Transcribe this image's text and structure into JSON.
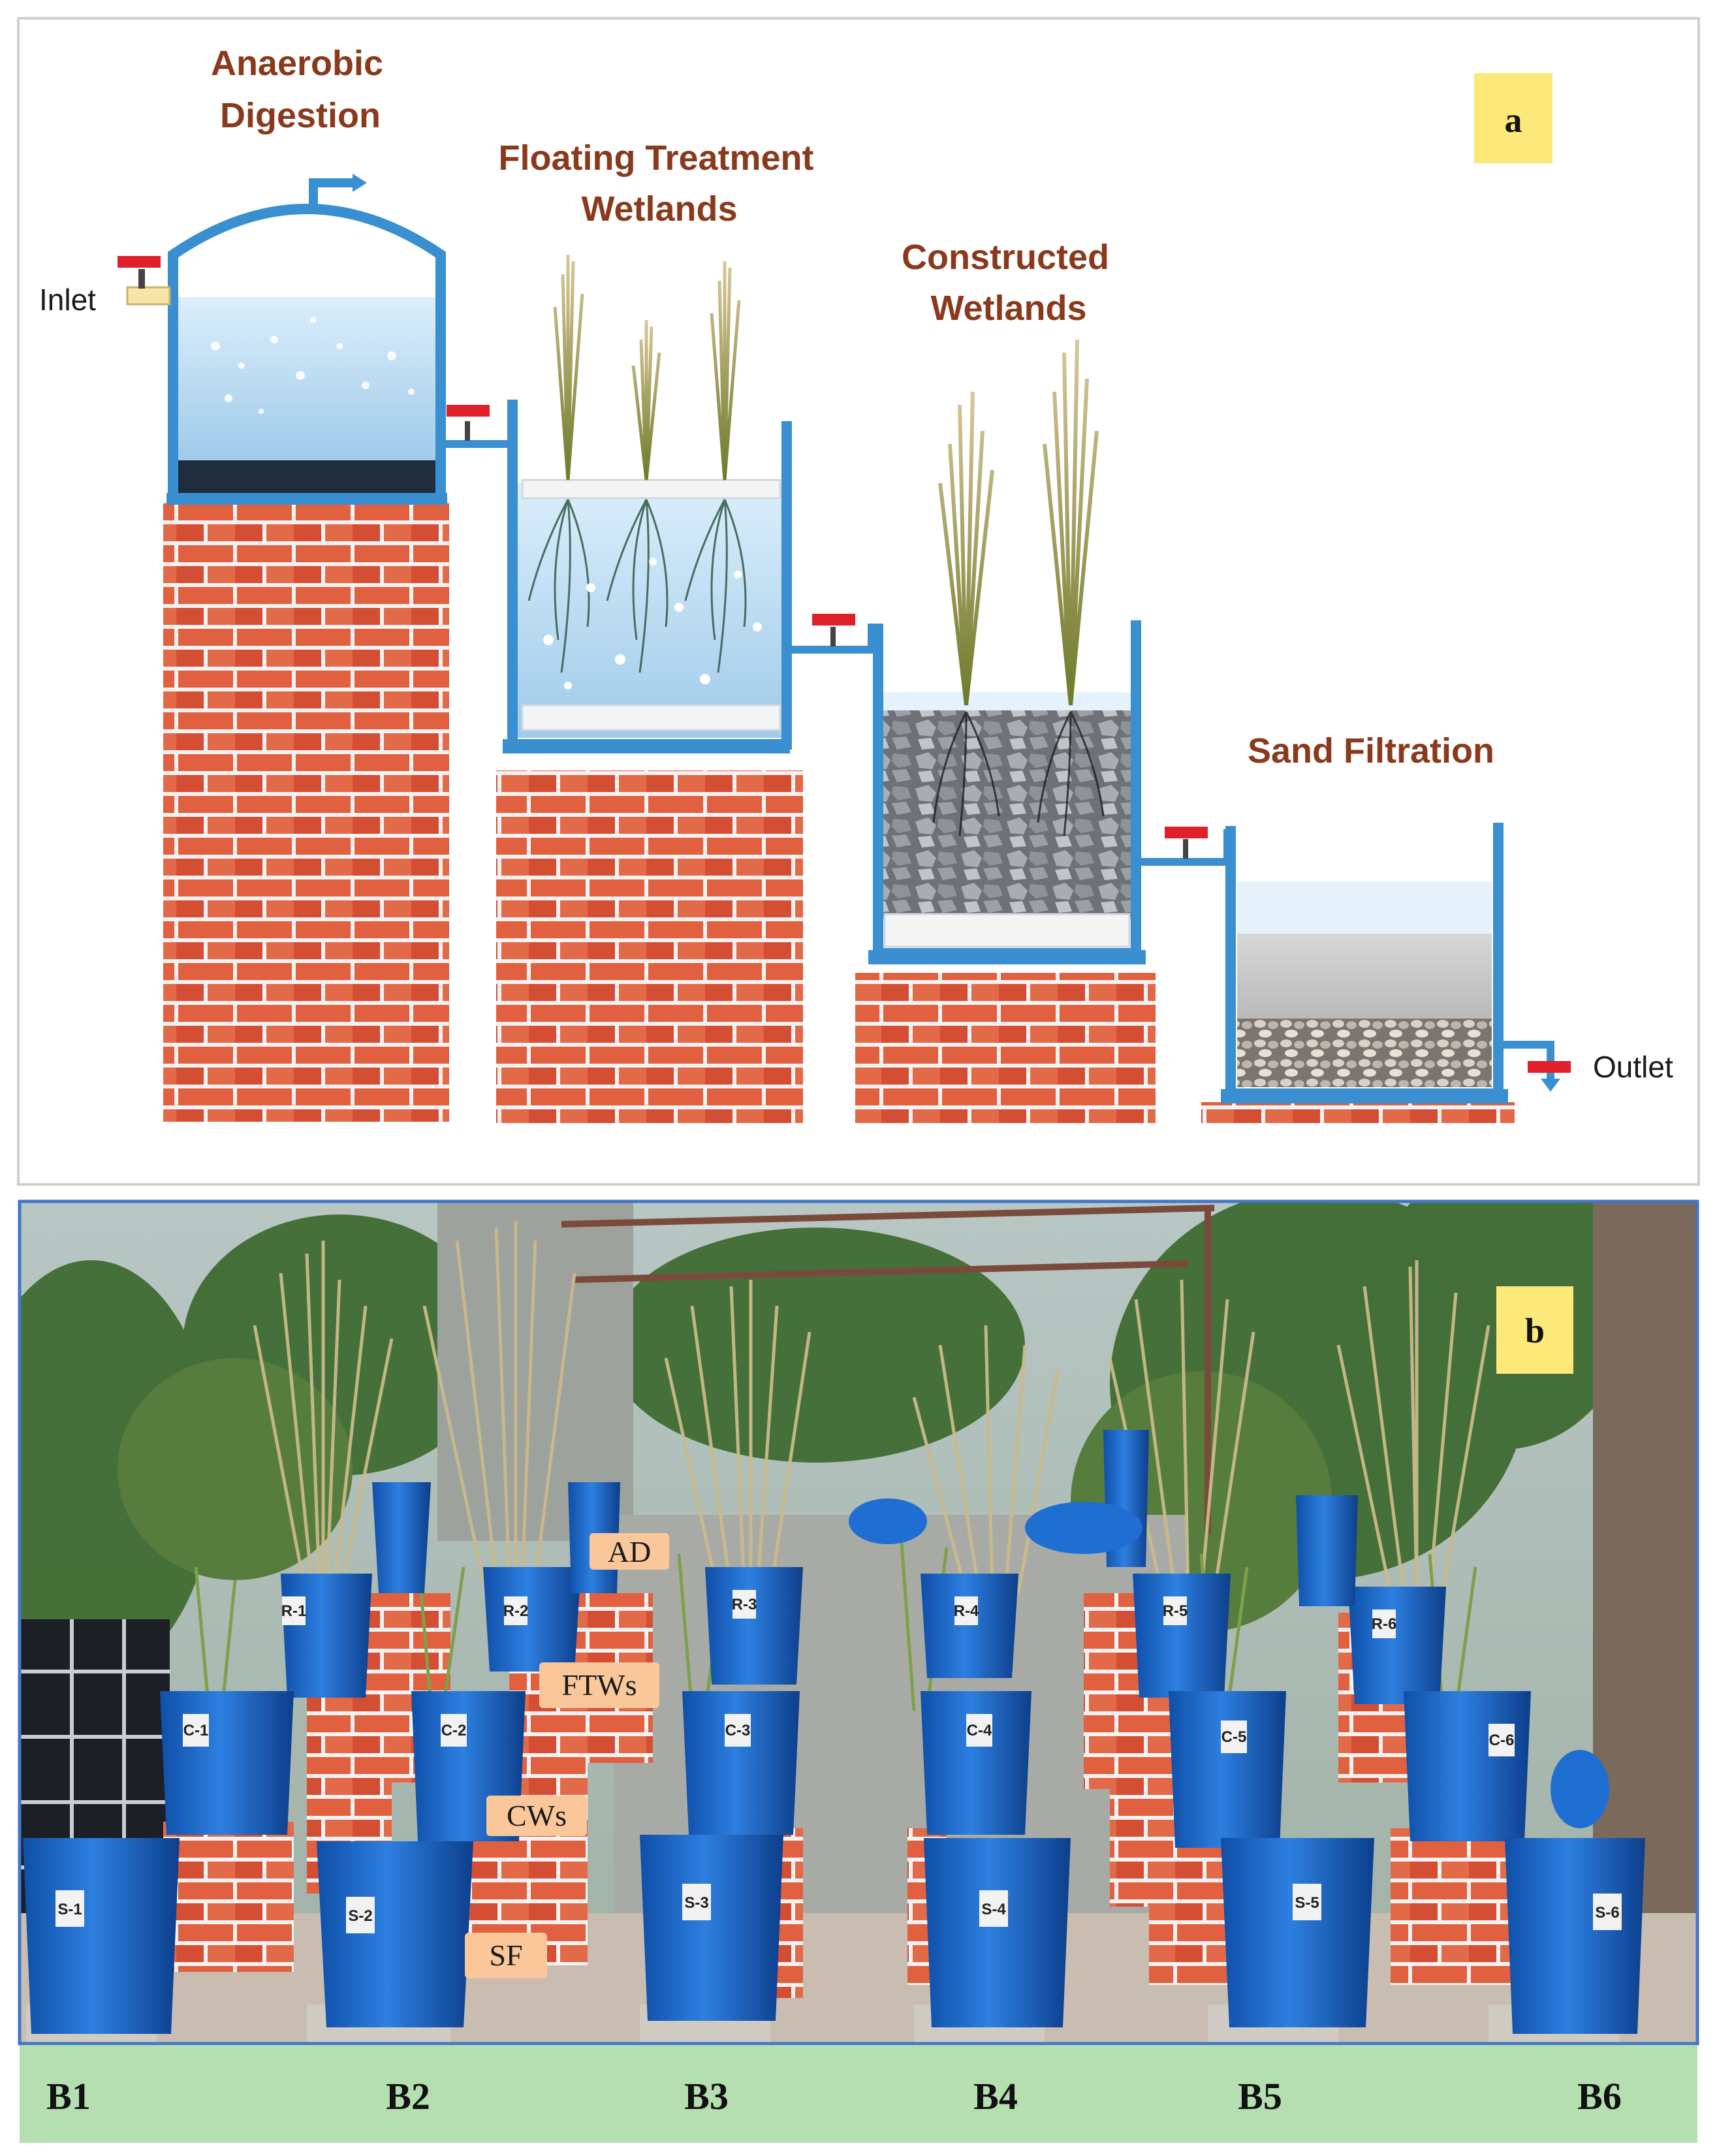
{
  "panel_a": {
    "letter": "a",
    "stages": {
      "ad": [
        "Anaerobic",
        "Digestion"
      ],
      "ftw": [
        "Floating Treatment",
        "Wetlands"
      ],
      "cw": [
        "Constructed",
        "Wetlands"
      ],
      "sf": [
        "Sand Filtration"
      ]
    },
    "inlet": "Inlet",
    "outlet": "Outlet"
  },
  "panel_b": {
    "letter": "b",
    "tags": {
      "ad": "AD",
      "ftw": "FTWs",
      "cw": "CWs",
      "sf": "SF"
    },
    "top_buckets": [
      "R-1",
      "R-2",
      "R-3",
      "R-4",
      "R-5",
      "R-6"
    ],
    "middle_buckets": [
      "C-1",
      "C-2",
      "C-3",
      "C-4",
      "C-5",
      "C-6"
    ],
    "bottom_buckets": [
      "S-1",
      "S-2",
      "S-3",
      "S-4",
      "S-5",
      "S-6"
    ],
    "batches": [
      "B1",
      "B2",
      "B3",
      "B4",
      "B5",
      "B6"
    ]
  },
  "colors": {
    "brick": "#d9553a",
    "tank_blue": "#3a8fd0",
    "water": "#cfe6f5",
    "label_yellow": "#fde87a",
    "tag_orange": "#f9c79a",
    "strip_green": "#b5dfb0",
    "title_brown": "#8a3a1c"
  }
}
